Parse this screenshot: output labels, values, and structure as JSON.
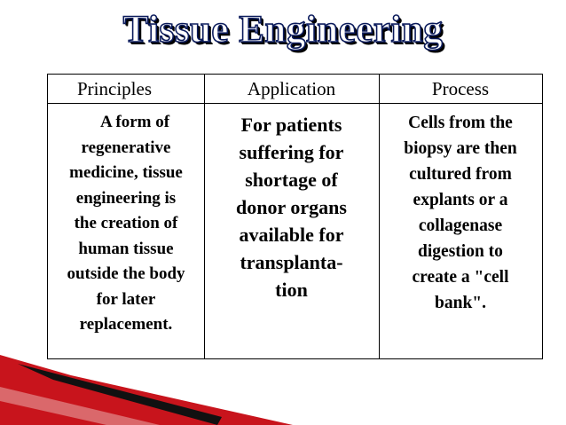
{
  "title": "Tissue Engineering",
  "table": {
    "headers": [
      "Principles",
      "Application",
      "Process"
    ],
    "principles_lines": [
      "A form of",
      "regenerative",
      "medicine, tissue",
      "engineering is",
      "the creation of",
      "human tissue",
      "outside the body",
      "for later",
      "replacement."
    ],
    "application_lines": [
      "For patients",
      "suffering for",
      "shortage of",
      "donor organs",
      "available for",
      "transplanta-",
      "tion"
    ],
    "process_lines": [
      "Cells from the",
      "biopsy are then",
      "cultured from",
      "explants or a",
      "collagenase",
      "digestion to",
      "create a \"cell",
      "bank\"."
    ]
  },
  "colors": {
    "title_outline": "#0b1b5c",
    "accent_red": "#c8141c",
    "accent_black": "#000000"
  }
}
